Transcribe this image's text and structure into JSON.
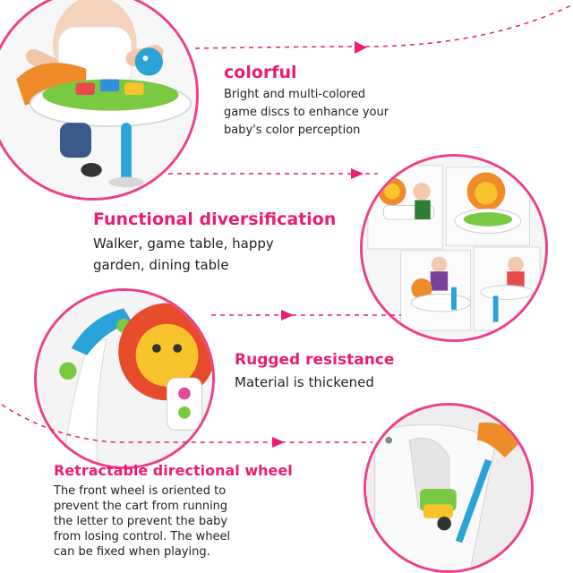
{
  "accent_color": "#e91e72",
  "sections": [
    {
      "title": "colorful",
      "body": "Bright and multi-colored\ngame discs to enhance your\nbaby's color perception",
      "image": "baby-walker-game-tray-photo"
    },
    {
      "title": "Functional diversification",
      "body": "Walker, game table, happy\ngarden, dining table",
      "image": "four-modes-collage-photo"
    },
    {
      "title": "Rugged resistance",
      "body": "Material is thickened",
      "image": "walker-frame-closeup-photo"
    },
    {
      "title": "Retractable directional wheel",
      "body": "The front wheel is oriented to\nprevent the cart from running\nthe letter to prevent the baby\nfrom losing control. The wheel\ncan be fixed when playing.",
      "image": "wheel-closeup-photo"
    }
  ]
}
